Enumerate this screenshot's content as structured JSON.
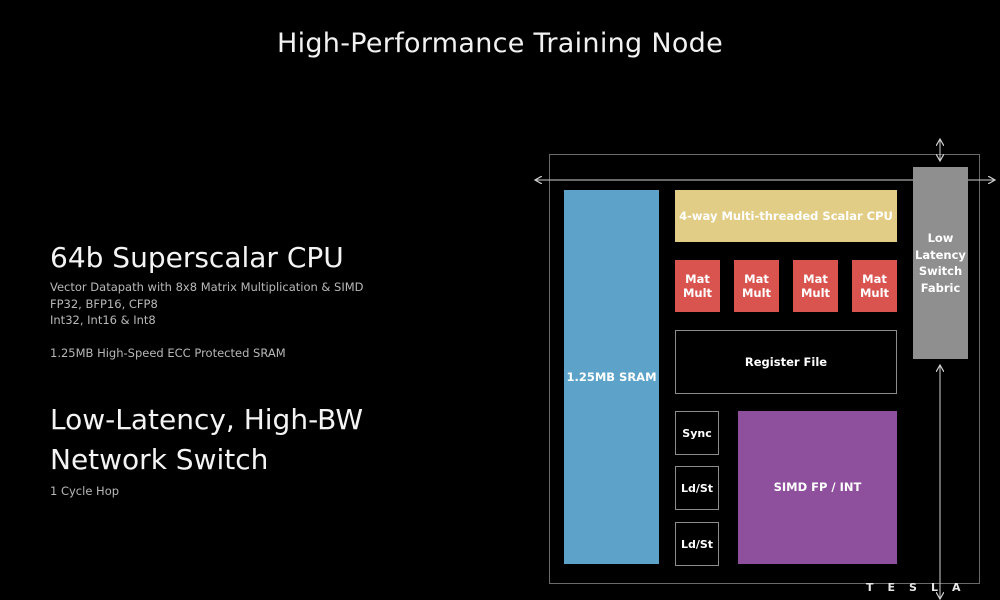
{
  "title": "High-Performance Training Node",
  "cpu_section": {
    "heading": "64b Superscalar CPU",
    "details": [
      "Vector Datapath with 8x8 Matrix Multiplication & SIMD",
      "FP32, BFP16, CFP8",
      "Int32, Int16 & Int8"
    ],
    "sram_detail": "1.25MB High-Speed ECC Protected SRAM"
  },
  "network_section": {
    "heading_line1": "Low-Latency, High-BW",
    "heading_line2": "Network Switch",
    "detail": "1 Cycle Hop"
  },
  "diagram": {
    "sram": "1.25MB SRAM",
    "scalar_cpu": "4-way Multi-threaded Scalar CPU",
    "mat_mult": [
      {
        "line1": "Mat",
        "line2": "Mult"
      },
      {
        "line1": "Mat",
        "line2": "Mult"
      },
      {
        "line1": "Mat",
        "line2": "Mult"
      },
      {
        "line1": "Mat",
        "line2": "Mult"
      }
    ],
    "register_file": "Register File",
    "sync": "Sync",
    "ldst_1": "Ld/St",
    "ldst_2": "Ld/St",
    "simd": "SIMD FP / INT",
    "switch_fabric": [
      "Low",
      "Latency",
      "Switch",
      "Fabric"
    ]
  },
  "logo": "TESLA",
  "colors": {
    "sram": "#5da2c8",
    "scalar_cpu": "#e2cd86",
    "mat_mult": "#d9534f",
    "simd": "#8e4f9c",
    "switch_fabric": "#8f8f8f"
  }
}
